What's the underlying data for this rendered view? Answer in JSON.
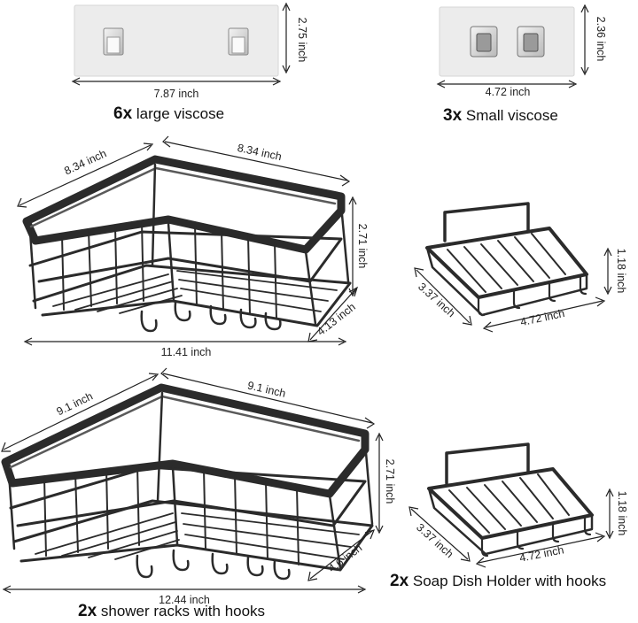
{
  "large_viscose": {
    "qty": "6x",
    "label": "large viscose",
    "width": "7.87 inch",
    "height": "2.75 inch"
  },
  "small_viscose": {
    "qty": "3x",
    "label": "Small viscose",
    "width": "4.72 inch",
    "height": "2.36 inch"
  },
  "rack_small": {
    "side_a": "8.34 inch",
    "side_b": "8.34 inch",
    "height": "2.71 inch",
    "depth": "4.13 inch",
    "span": "11.41 inch"
  },
  "soap_small": {
    "depth": "3.37 inch",
    "width": "4.72 inch",
    "height": "1.18 inch"
  },
  "rack_large": {
    "side_a": "9.1 inch",
    "side_b": "9.1 inch",
    "height": "2.71 inch",
    "depth": "4.6 inch",
    "span": "12.44 inch"
  },
  "soap_large": {
    "depth": "3.37 inch",
    "width": "4.72 inch",
    "height": "1.18 inch"
  },
  "shower_racks": {
    "qty": "2x",
    "label": "shower racks with hooks"
  },
  "soap_holders": {
    "qty": "2x",
    "label": "Soap Dish Holder with hooks"
  }
}
